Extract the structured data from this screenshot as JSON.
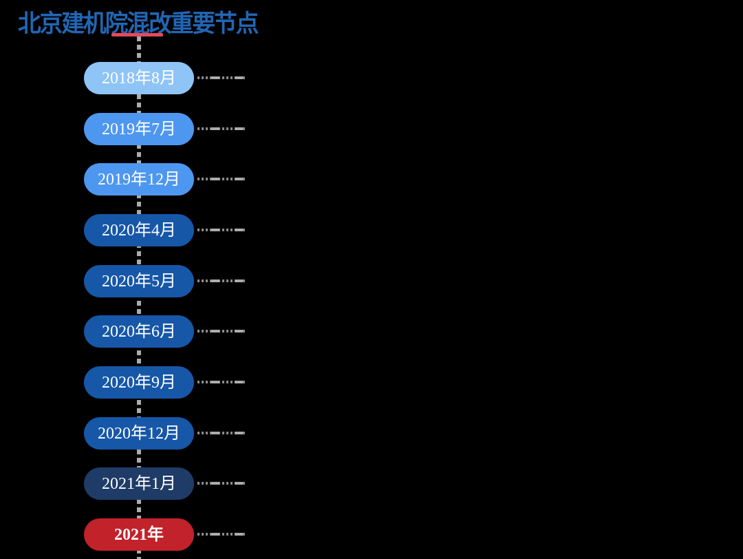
{
  "title": {
    "text": "北京建机院混改重要节点",
    "color": "#2166B4",
    "underline_color": "#E8485A"
  },
  "timeline": {
    "axis_color": "#ABABAB",
    "connector_color": "#8C8C8C",
    "connector_highlight_color": "#ACACAC",
    "label_text_color": "#FFFFFF",
    "nodes": [
      {
        "label": "2018年8月",
        "color": "#8FC4F6",
        "bold": false
      },
      {
        "label": "2019年7月",
        "color": "#4E97F0",
        "bold": false
      },
      {
        "label": "2019年12月",
        "color": "#4E97F0",
        "bold": false
      },
      {
        "label": "2020年4月",
        "color": "#1757A8",
        "bold": false
      },
      {
        "label": "2020年5月",
        "color": "#1757A8",
        "bold": false
      },
      {
        "label": "2020年6月",
        "color": "#1757A8",
        "bold": false
      },
      {
        "label": "2020年9月",
        "color": "#1757A8",
        "bold": false
      },
      {
        "label": "2020年12月",
        "color": "#1757A8",
        "bold": false
      },
      {
        "label": "2021年1月",
        "color": "#1F3C68",
        "bold": false
      },
      {
        "label": "2021年",
        "color": "#C2222A",
        "bold": true
      }
    ]
  }
}
